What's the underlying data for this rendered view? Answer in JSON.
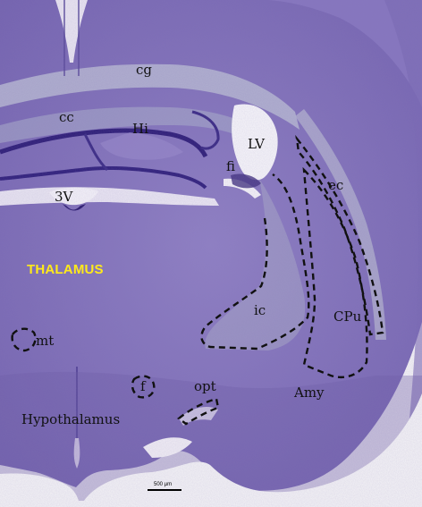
{
  "labels": {
    "cg": "cg",
    "cc": "cc",
    "hi": "Hi",
    "lv": "LV",
    "fi": "fi",
    "three_v": "3V",
    "ec": "ec",
    "thalamus": "THALAMUS",
    "ic": "ic",
    "cpu": "CPu",
    "mt": "mt",
    "f": "f",
    "opt": "opt",
    "amy": "Amy",
    "hypothalamus": "Hypothalamus"
  },
  "scale_bar": {
    "label": "500 µm"
  },
  "colors": {
    "tissue": "#8878bd",
    "tissue_dark": "#6d5ea6",
    "white_matter": "#b2b3cd",
    "background": "#f4f3f6",
    "thalamus_label": "#ffea1a"
  }
}
